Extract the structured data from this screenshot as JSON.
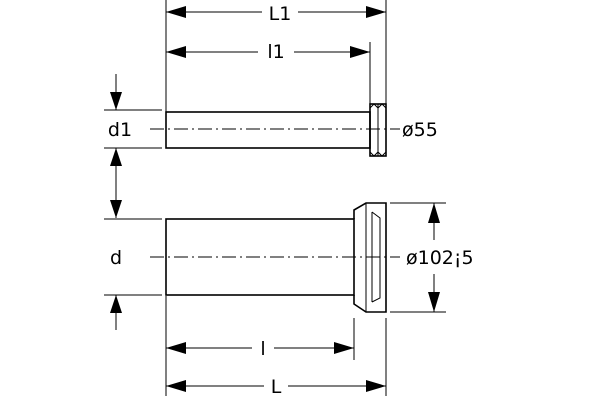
{
  "labels": {
    "overall_length_small": "L1",
    "pipe_length_small": "l1",
    "diameter_small": "d1",
    "seal_diameter_small": "ø55",
    "overall_length_large": "L",
    "pipe_length_large": "l",
    "diameter_large": "d",
    "socket_diameter_large": "ø102¡5"
  }
}
